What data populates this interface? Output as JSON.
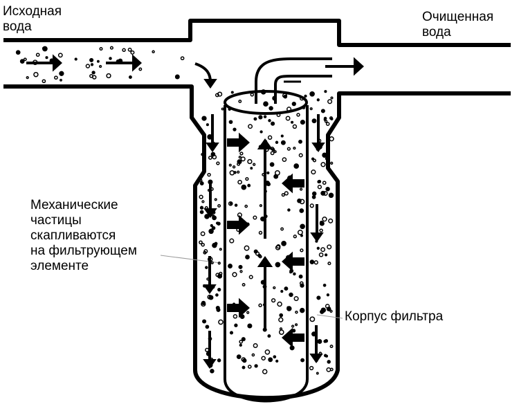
{
  "labels": {
    "inlet": [
      "Исходная",
      "вода"
    ],
    "outlet": [
      "Очищенная",
      "вода"
    ],
    "particles": [
      "Механические",
      "частицы",
      "скапливаются",
      "на фильтрующем",
      "элементе"
    ],
    "housing": "Корпус фильтра"
  },
  "colors": {
    "line": "#000000",
    "background": "#ffffff",
    "leader": "#9a9a9a"
  }
}
